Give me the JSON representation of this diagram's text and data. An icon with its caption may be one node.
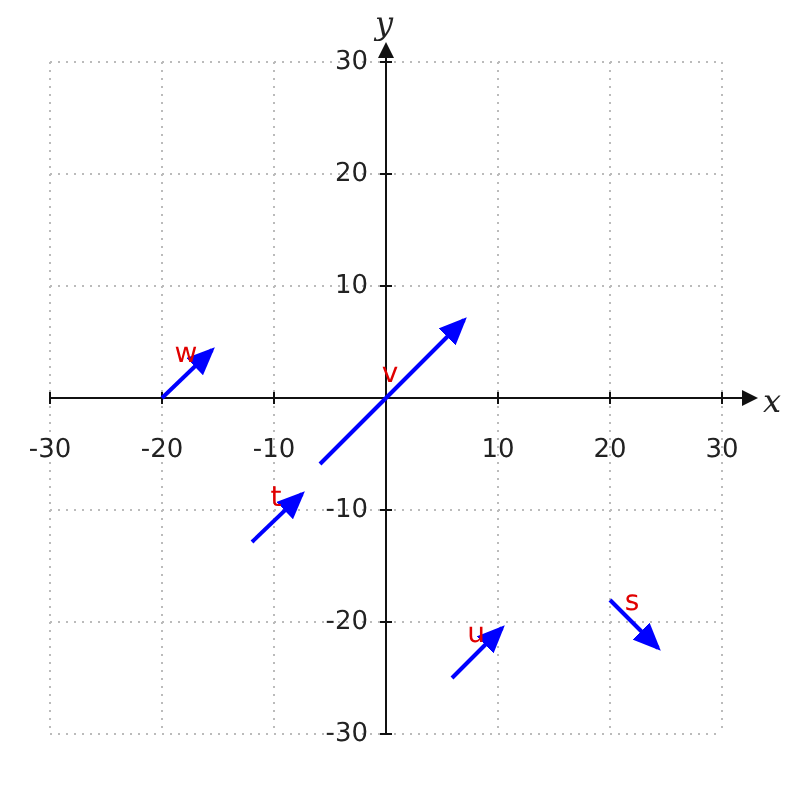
{
  "diagram": {
    "labels": [
      "y",
      "30",
      "20",
      "10",
      "w",
      "v",
      "x",
      "-30",
      "-20",
      "-10",
      "10",
      "20",
      "30",
      "t",
      "-10",
      "s",
      "-20",
      "u",
      "-30"
    ]
  }
}
